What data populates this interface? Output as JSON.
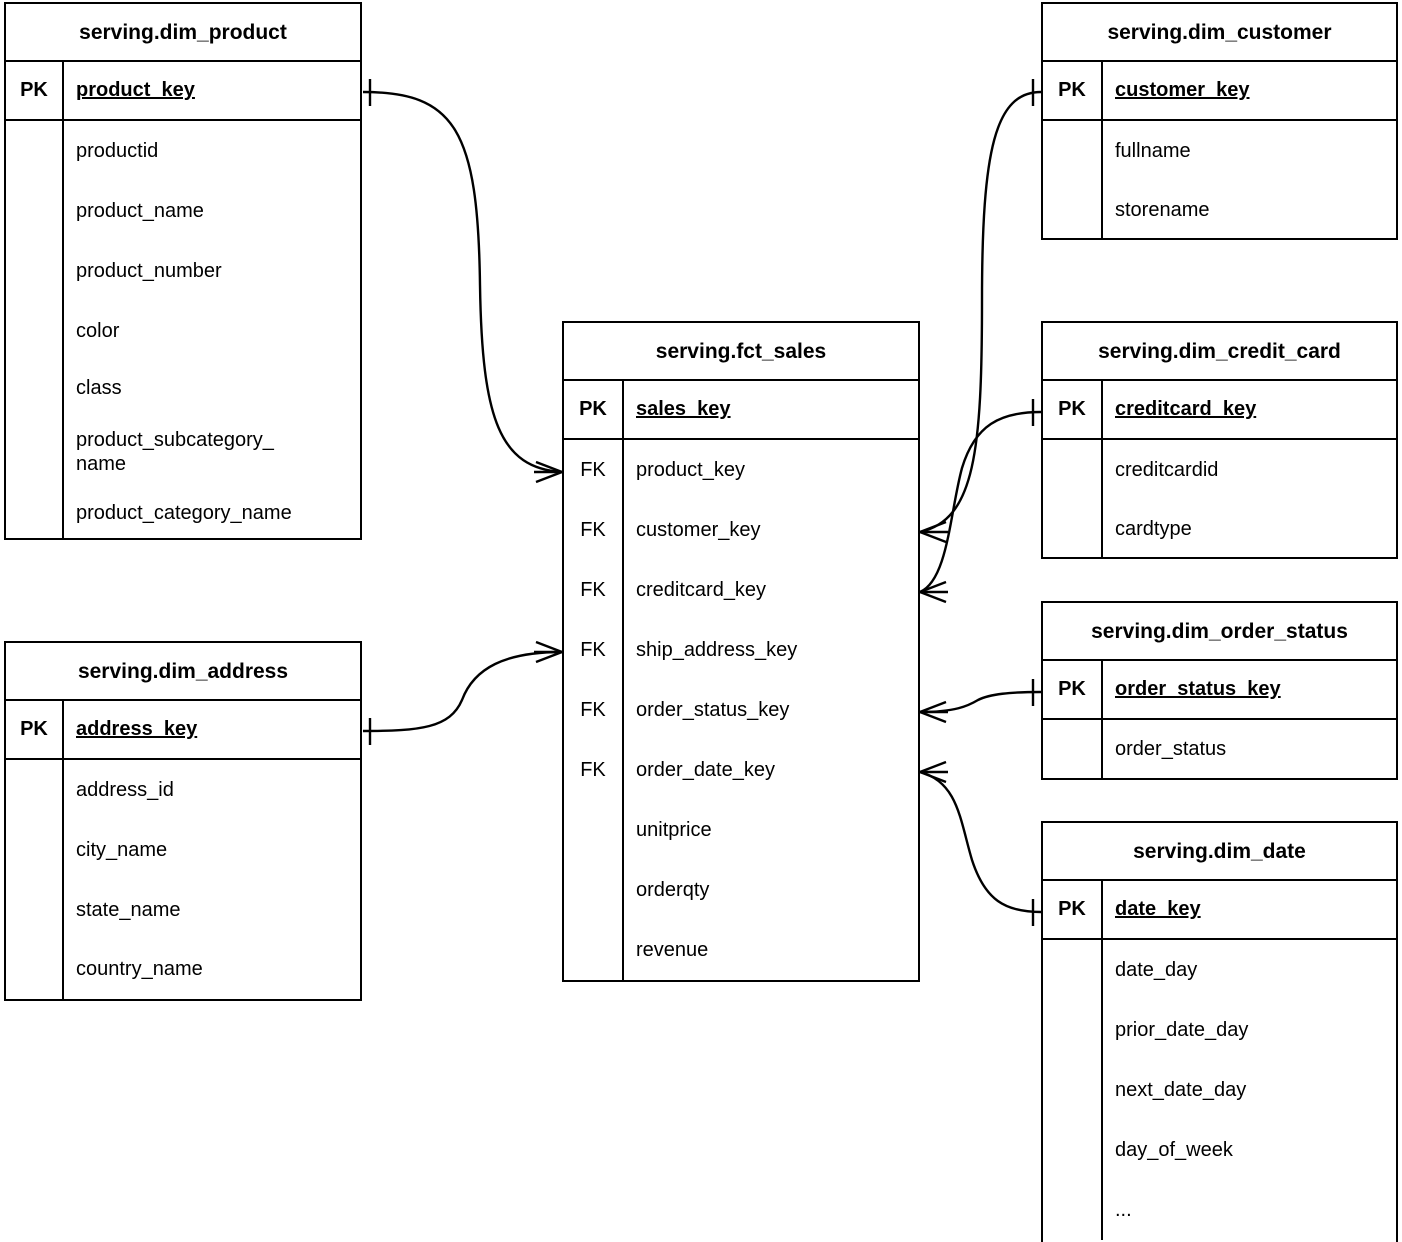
{
  "diagram": {
    "type": "entity-relationship-diagram",
    "notation": "crow's-foot",
    "background_color": "#ffffff",
    "line_color": "#000000"
  },
  "entities": {
    "dim_product": {
      "title": "serving.dim_product",
      "pk_label": "PK",
      "pk_field": "product_key",
      "fields": [
        "productid",
        "product_name",
        "product_number",
        "color",
        "class",
        "product_subcategory_\nname",
        "product_category_name"
      ]
    },
    "dim_address": {
      "title": "serving.dim_address",
      "pk_label": "PK",
      "pk_field": "address_key",
      "fields": [
        "address_id",
        "city_name",
        "state_name",
        "country_name"
      ]
    },
    "fct_sales": {
      "title": "serving.fct_sales",
      "pk_label": "PK",
      "pk_field": "sales_key",
      "fk_label": "FK",
      "fk_fields": [
        "product_key",
        "customer_key",
        "creditcard_key",
        "ship_address_key",
        "order_status_key",
        "order_date_key"
      ],
      "measure_fields": [
        "unitprice",
        "orderqty",
        "revenue"
      ]
    },
    "dim_customer": {
      "title": "serving.dim_customer",
      "pk_label": "PK",
      "pk_field": "customer_key",
      "fields": [
        "fullname",
        "storename"
      ]
    },
    "dim_credit_card": {
      "title": "serving.dim_credit_card",
      "pk_label": "PK",
      "pk_field": "creditcard_key",
      "fields": [
        "creditcardid",
        "cardtype"
      ]
    },
    "dim_order_status": {
      "title": "serving.dim_order_status",
      "pk_label": "PK",
      "pk_field": "order_status_key",
      "fields": [
        "order_status"
      ]
    },
    "dim_date": {
      "title": "serving.dim_date",
      "pk_label": "PK",
      "pk_field": "date_key",
      "fields": [
        "date_day",
        "prior_date_day",
        "next_date_day",
        "day_of_week",
        "..."
      ]
    }
  },
  "relationships": [
    {
      "name": "product-to-sales",
      "from_entity": "serving.dim_product",
      "from_field": "product_key",
      "from_cardinality": "one",
      "to_entity": "serving.fct_sales",
      "to_field": "product_key",
      "to_cardinality": "many"
    },
    {
      "name": "address-to-sales",
      "from_entity": "serving.dim_address",
      "from_field": "address_key",
      "from_cardinality": "one",
      "to_entity": "serving.fct_sales",
      "to_field": "ship_address_key",
      "to_cardinality": "many"
    },
    {
      "name": "customer-to-sales",
      "from_entity": "serving.dim_customer",
      "from_field": "customer_key",
      "from_cardinality": "one",
      "to_entity": "serving.fct_sales",
      "to_field": "customer_key",
      "to_cardinality": "many"
    },
    {
      "name": "creditcard-to-sales",
      "from_entity": "serving.dim_credit_card",
      "from_field": "creditcard_key",
      "from_cardinality": "one",
      "to_entity": "serving.fct_sales",
      "to_field": "creditcard_key",
      "to_cardinality": "many"
    },
    {
      "name": "orderstatus-to-sales",
      "from_entity": "serving.dim_order_status",
      "from_field": "order_status_key",
      "from_cardinality": "one",
      "to_entity": "serving.fct_sales",
      "to_field": "order_status_key",
      "to_cardinality": "many"
    },
    {
      "name": "date-to-sales",
      "from_entity": "serving.dim_date",
      "from_field": "date_key",
      "from_cardinality": "one",
      "to_entity": "serving.fct_sales",
      "to_field": "order_date_key",
      "to_cardinality": "many"
    }
  ]
}
